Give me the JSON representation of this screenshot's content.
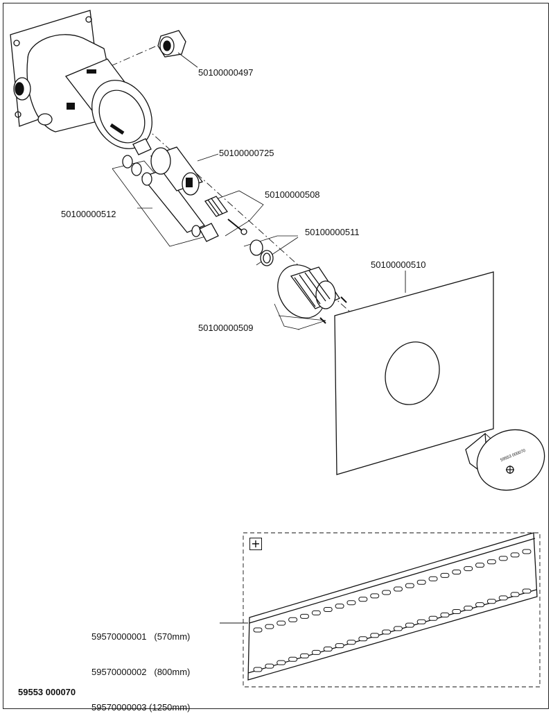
{
  "parts": [
    {
      "id": "p497",
      "number": "50100000497"
    },
    {
      "id": "p725",
      "number": "50100000725"
    },
    {
      "id": "p508",
      "number": "50100000508"
    },
    {
      "id": "p512",
      "number": "50100000512"
    },
    {
      "id": "p511",
      "number": "50100000511"
    },
    {
      "id": "p510",
      "number": "50100000510"
    },
    {
      "id": "p509",
      "number": "50100000509"
    }
  ],
  "cap_text": "59553 000070",
  "mounting_rail": {
    "option_symbol": "+",
    "variants": [
      {
        "number": "59570000001",
        "length": "(570mm)"
      },
      {
        "number": "59570000002",
        "length": "(800mm)"
      },
      {
        "number": "59570000003",
        "length": "(1250mm)"
      }
    ]
  },
  "document_number": "59553 000070"
}
